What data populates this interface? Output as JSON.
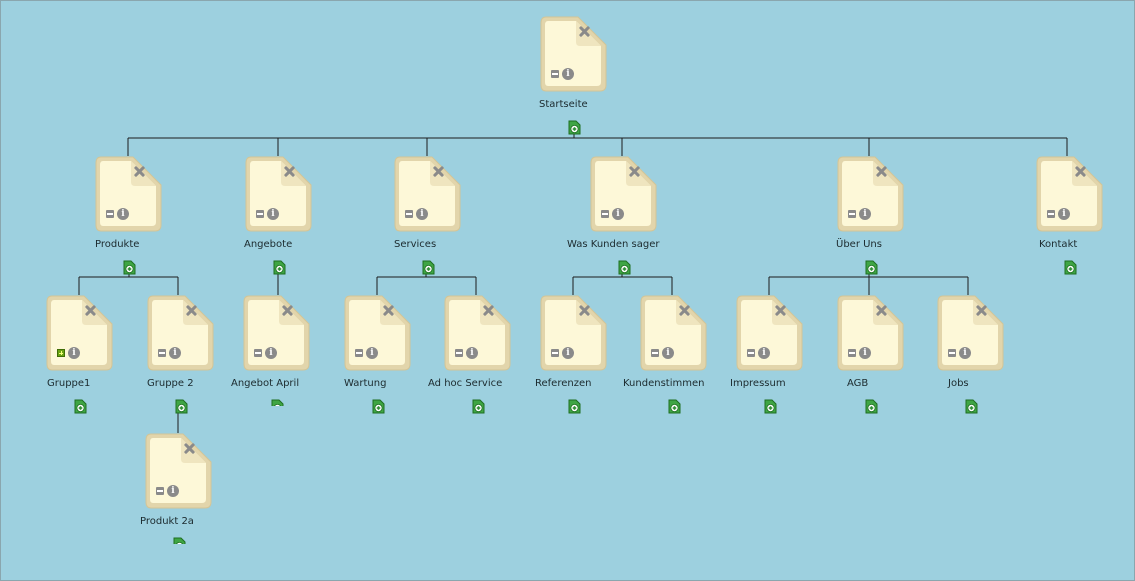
{
  "colors": {
    "background": "#9dd0df",
    "page_fill": "#fdf8d8",
    "page_border": "#e0d3a8",
    "connector": "#1c1c1c",
    "add_icon_green": "#3fa544"
  },
  "icons": {
    "close": "close-icon",
    "collapse": "collapse-icon",
    "expand": "expand-icon",
    "info": "info-icon",
    "add_child": "add-page-icon"
  },
  "tree": {
    "root": {
      "label": "Startseite"
    },
    "level1": [
      {
        "label": "Produkte"
      },
      {
        "label": "Angebote"
      },
      {
        "label": "Services"
      },
      {
        "label": "Was Kunden sager"
      },
      {
        "label": "Über Uns"
      },
      {
        "label": "Kontakt"
      }
    ],
    "level2": [
      {
        "label": "Gruppe1"
      },
      {
        "label": "Gruppe 2"
      },
      {
        "label": "Angebot April"
      },
      {
        "label": "Wartung"
      },
      {
        "label": "Ad hoc Service"
      },
      {
        "label": "Referenzen"
      },
      {
        "label": "Kundenstimmen"
      },
      {
        "label": "Impressum"
      },
      {
        "label": "AGB"
      },
      {
        "label": "Jobs"
      }
    ],
    "level3": [
      {
        "label": "Produkt 2a"
      }
    ]
  }
}
